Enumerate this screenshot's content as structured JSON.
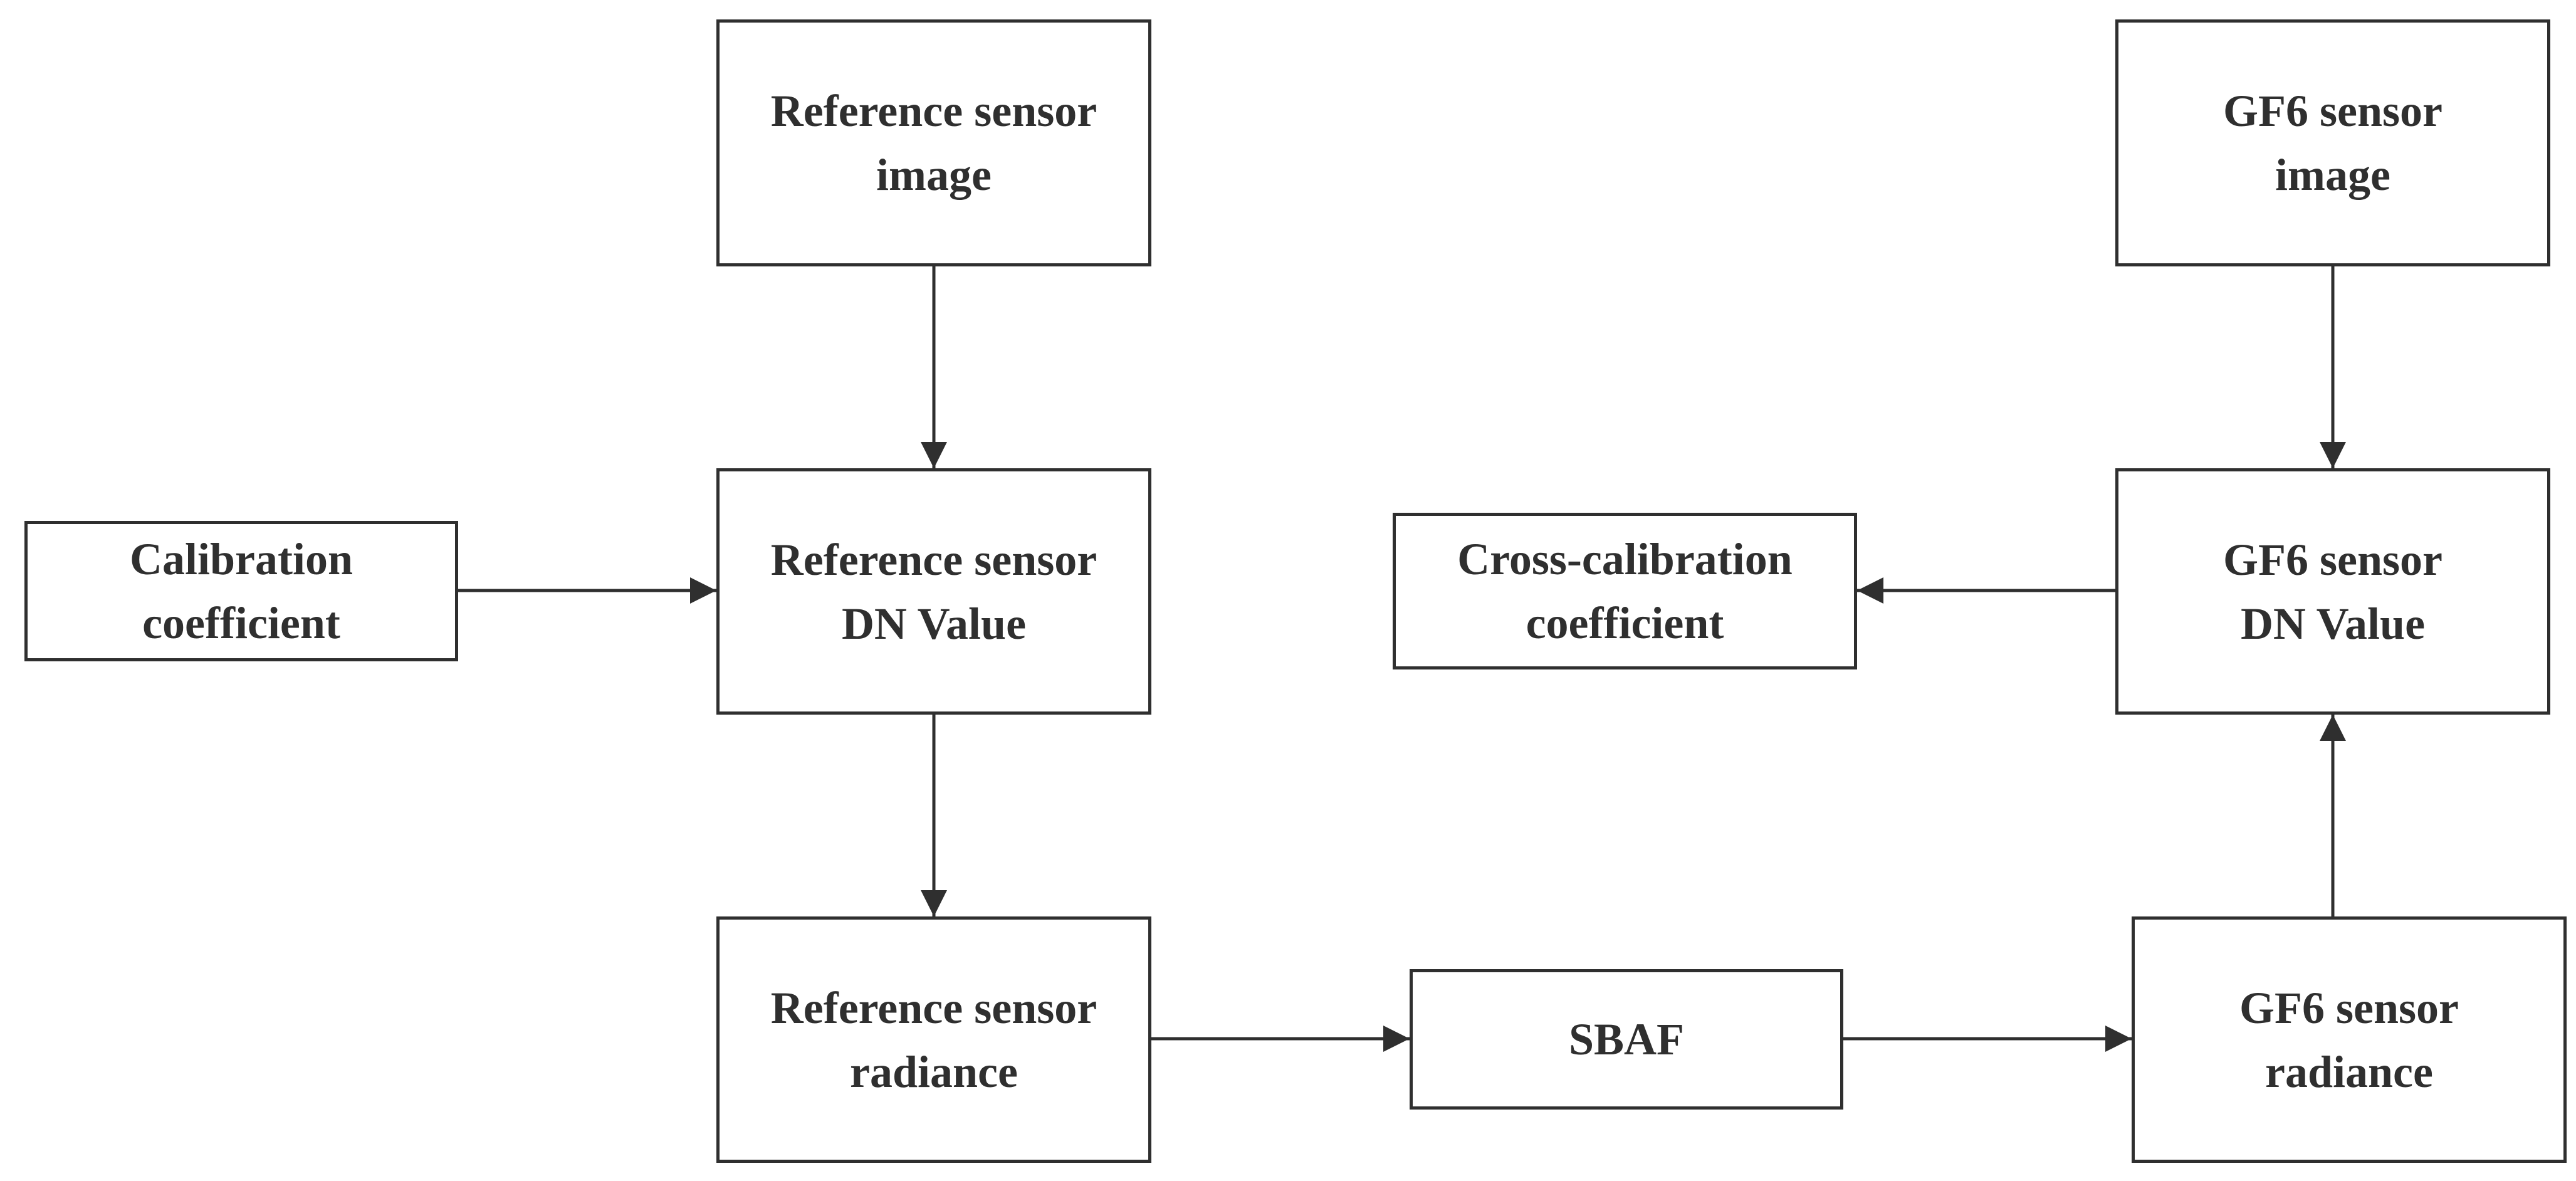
{
  "colors": {
    "stroke": "#2f2f2f",
    "text": "#2f2f2f",
    "background": "#ffffff"
  },
  "nodes": {
    "ref_image": {
      "line1": "Reference sensor",
      "line2": "image"
    },
    "ref_dn": {
      "line1": "Reference sensor",
      "line2": "DN Value"
    },
    "ref_radiance": {
      "line1": "Reference sensor",
      "line2": "radiance"
    },
    "calibration": {
      "line1": "Calibration",
      "line2": "coefficient"
    },
    "sbaf": {
      "line1": "SBAF"
    },
    "gf6_radiance": {
      "line1": "GF6 sensor",
      "line2": "radiance"
    },
    "gf6_dn": {
      "line1": "GF6 sensor",
      "line2": "DN Value"
    },
    "gf6_image": {
      "line1": "GF6 sensor",
      "line2": "image"
    },
    "cross_calibration": {
      "line1": "Cross-calibration",
      "line2": "coefficient"
    }
  },
  "edges": [
    {
      "from": "ref_image",
      "to": "ref_dn"
    },
    {
      "from": "calibration",
      "to": "ref_dn"
    },
    {
      "from": "ref_dn",
      "to": "ref_radiance"
    },
    {
      "from": "ref_radiance",
      "to": "sbaf"
    },
    {
      "from": "sbaf",
      "to": "gf6_radiance"
    },
    {
      "from": "gf6_radiance",
      "to": "gf6_dn"
    },
    {
      "from": "gf6_image",
      "to": "gf6_dn"
    },
    {
      "from": "gf6_dn",
      "to": "cross_calibration"
    }
  ]
}
